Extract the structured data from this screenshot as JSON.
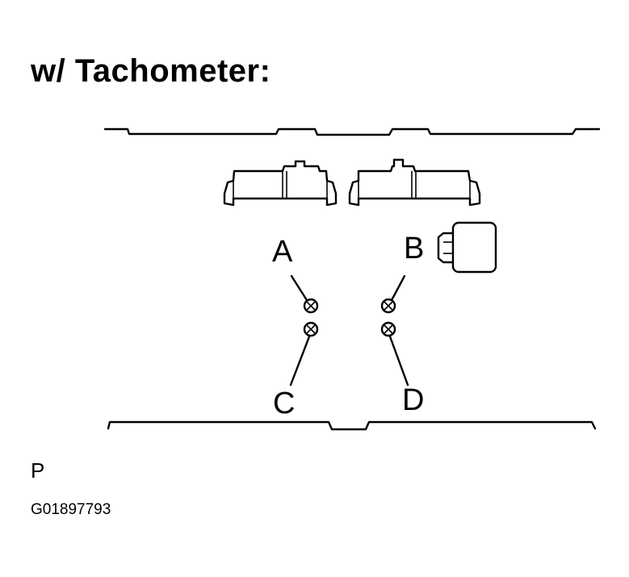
{
  "title": "w/ Tachometer:",
  "labels": {
    "a": "A",
    "b": "B",
    "c": "C",
    "d": "D"
  },
  "corner_letter": "P",
  "figure_id": "G01897793"
}
